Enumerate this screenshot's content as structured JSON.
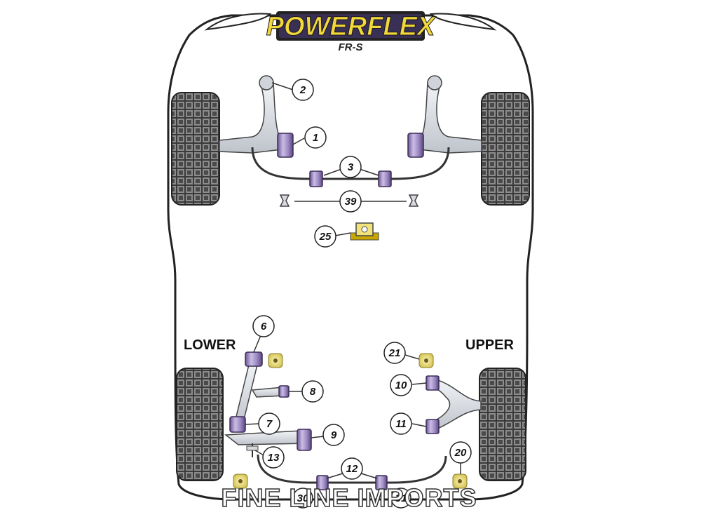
{
  "brand": {
    "name": "POWERFLEX",
    "model": "FR-S"
  },
  "labels": {
    "lower": "LOWER",
    "upper": "UPPER"
  },
  "callouts": [
    "1",
    "2",
    "3",
    "39",
    "25",
    "6",
    "7",
    "8",
    "9",
    "10",
    "11",
    "12",
    "13",
    "20",
    "21",
    "30",
    "31"
  ],
  "watermark": "FINE LINE IMPORTS",
  "colors": {
    "bushing": "#9a86c0",
    "bushing_dark": "#5b477e",
    "bushing_light": "#c9bbe3",
    "yellow": "#f0e27a",
    "logo_yellow": "#f2d83a",
    "arm": "#d9dde3",
    "outline": "#2b2b2b"
  }
}
